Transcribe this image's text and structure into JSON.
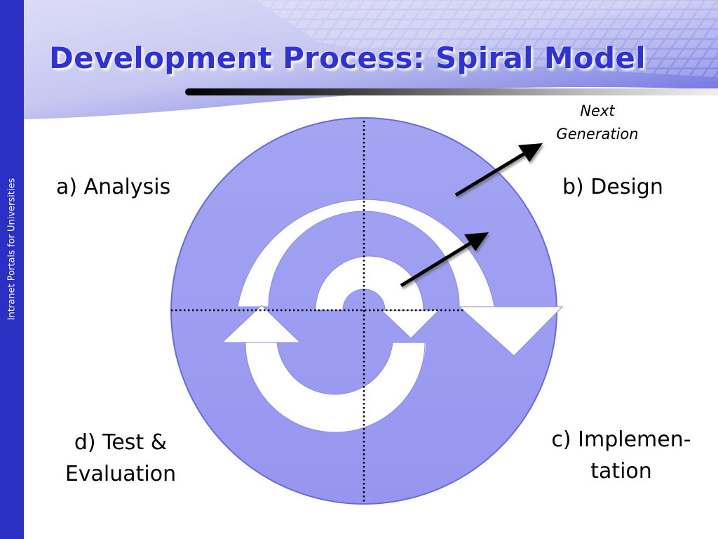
{
  "slide": {
    "title": "Development Process: Spiral Model",
    "sidebar_text": "Intranet  Portals for Universities"
  },
  "diagram": {
    "phases": {
      "analysis": "a) Analysis",
      "design": "b) Design",
      "implementation": [
        "c) Implemen-",
        "tation"
      ],
      "test": [
        "d) Test &",
        "Evaluation"
      ]
    },
    "next_generation": [
      "Next",
      "Generation"
    ]
  },
  "colors": {
    "sidebar": "#2b2fc4",
    "title": "#2f32d6",
    "circle_fill": "#9a9af2",
    "circle_stroke": "#6a6ad8",
    "spiral": "#ffffff"
  }
}
